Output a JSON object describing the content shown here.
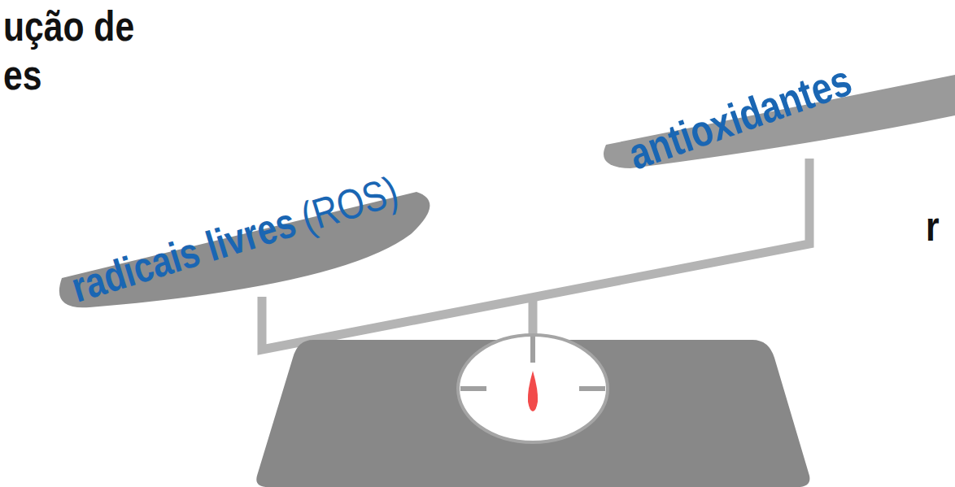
{
  "diagram": {
    "labels": [
      "ução de",
      "es",
      "radicais livres",
      "(ROS)",
      "antioxidantes",
      "r"
    ]
  }
}
